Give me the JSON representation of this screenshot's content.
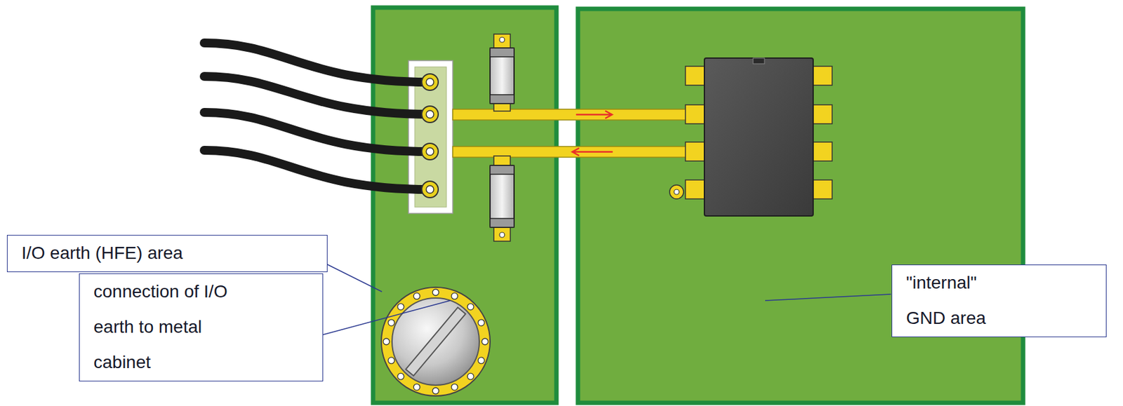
{
  "diagram": {
    "nodes": [
      {
        "text": [
          "I/O earth (HFE) area"
        ]
      },
      {
        "text": [
          "connection of I/O earth to metal cabinet"
        ]
      },
      {
        "text": [
          "\"internal\" GND area"
        ]
      }
    ]
  }
}
